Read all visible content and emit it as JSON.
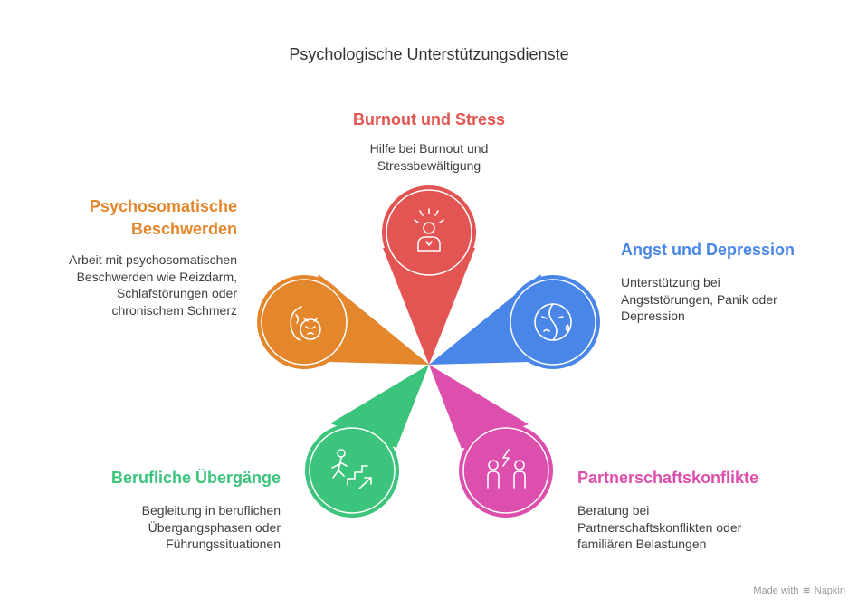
{
  "title": "Psychologische Unterstützungsdienste",
  "petals": [
    {
      "id": "burnout",
      "heading": "Burnout und Stress",
      "desc": "Hilfe bei Burnout und Stressbewältigung",
      "color": "#e25552",
      "icon": "stressed-person-icon"
    },
    {
      "id": "angst",
      "heading": "Angst und Depression",
      "desc": "Unterstützung bei Angststörungen, Panik oder Depression",
      "color": "#4a86e8",
      "icon": "sad-face-icon"
    },
    {
      "id": "partner",
      "heading": "Partnerschaftskonflikte",
      "desc": "Beratung bei Partnerschaftskonflikten oder familiären Belastungen",
      "color": "#dd4fac",
      "icon": "conflict-couple-icon"
    },
    {
      "id": "beruf",
      "heading": "Berufliche Übergänge",
      "desc": "Begleitung in beruflichen Übergangsphasen oder Führungssituationen",
      "color": "#3cc47c",
      "icon": "climbing-stairs-icon"
    },
    {
      "id": "psycho",
      "heading": "Psychosomatische Beschwerden",
      "desc": "Arbeit mit psychosomatischen Beschwerden wie Reizdarm, Schlafstörungen oder chronischem Schmerz",
      "color": "#e3862c",
      "icon": "sick-face-icon"
    }
  ],
  "footer": {
    "made_with": "Made with",
    "brand": "Napkin"
  }
}
